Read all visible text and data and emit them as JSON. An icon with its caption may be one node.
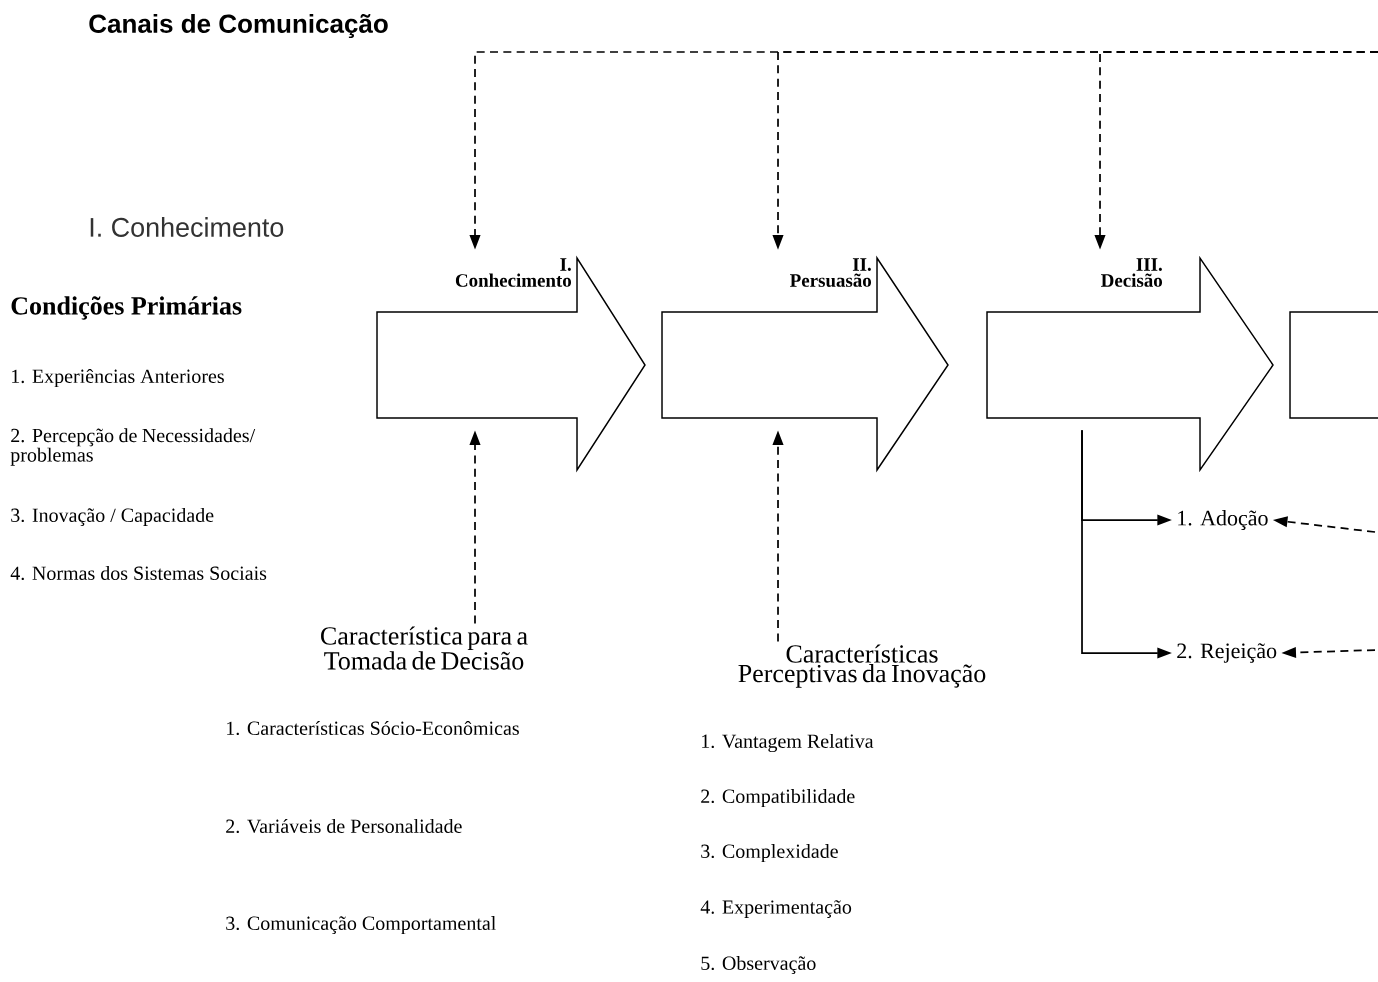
{
  "diagram": {
    "title": "Canais de Comunicação",
    "nodes": [
      {
        "text": [
          "I. Conhecimento"
        ]
      },
      {
        "text": [
          "II. Persuasão"
        ]
      },
      {
        "text": [
          "III. Decisão"
        ]
      },
      {
        "text": [],
        "shape": "box"
      },
      {
        "text": [
          "Característica para a Tomada de Decisão"
        ]
      },
      {
        "text": [
          "Características Perceptivas da Inovação"
        ]
      },
      {
        "text": [
          "1. Adoção"
        ]
      },
      {
        "text": [
          "2. Rejeição"
        ]
      }
    ],
    "edges": [
      {
        "from": null,
        "to": 0,
        "arrow": "to",
        "style": "dashed"
      },
      {
        "from": null,
        "to": 1,
        "arrow": "to",
        "style": "dashed"
      },
      {
        "from": null,
        "to": 2,
        "arrow": "to",
        "style": "dashed"
      },
      {
        "from": 4,
        "to": 0,
        "arrow": "to",
        "style": "dashed"
      },
      {
        "from": 5,
        "to": 1,
        "arrow": "to",
        "style": "dashed"
      },
      {
        "from": 2,
        "to": 6,
        "arrow": "to"
      },
      {
        "from": 2,
        "to": 7,
        "arrow": "to"
      },
      {
        "from": null,
        "to": 6,
        "arrow": "to",
        "style": "dashed"
      },
      {
        "from": null,
        "to": 7,
        "arrow": "to",
        "style": "dashed"
      }
    ],
    "labels": [
      "I. Conhecimento",
      "Condições Primárias",
      "1. Experiências Anteriores",
      "2. Percepção de Necessidades/ problemas",
      "3. Inovação / Capacidade",
      "4. Normas dos Sistemas Sociais",
      "1. Características Sócio-Econômicas",
      "2. Variáveis de Personalidade",
      "3. Comunicação Comportamental",
      "1. Vantagem Relativa",
      "2. Compatibilidade",
      "3. Complexidade",
      "4. Experimentação",
      "5. Observação"
    ]
  }
}
